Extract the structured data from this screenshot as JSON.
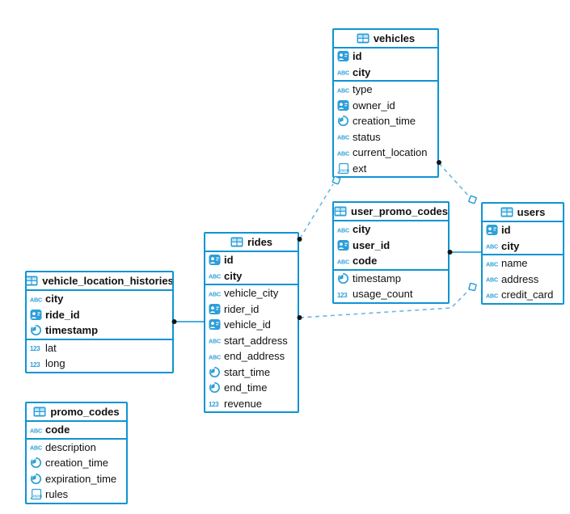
{
  "diagram": {
    "colors": {
      "table_border": "#0d94d4",
      "icon_blue": "#2b9fd9",
      "solid_line": "#0d94d4",
      "dashed_line": "#6cb6e4",
      "marker_dot": "#151515",
      "text": "#111111"
    },
    "icon_glyphs": {
      "text": "ABC",
      "number": "123",
      "json": "JSON"
    },
    "tables": [
      {
        "id": "vehicles",
        "name": "vehicles",
        "fields": [
          {
            "name": "id",
            "icon": "id-badge-icon",
            "pk": true
          },
          {
            "name": "city",
            "icon": "text-icon",
            "pk": true
          },
          {
            "name": "type",
            "icon": "text-icon",
            "pk": false
          },
          {
            "name": "owner_id",
            "icon": "id-badge-icon",
            "pk": false
          },
          {
            "name": "creation_time",
            "icon": "clock-icon",
            "pk": false
          },
          {
            "name": "status",
            "icon": "text-icon",
            "pk": false
          },
          {
            "name": "current_location",
            "icon": "text-icon",
            "pk": false
          },
          {
            "name": "ext",
            "icon": "json-icon",
            "pk": false
          }
        ]
      },
      {
        "id": "user_promo_codes",
        "name": "user_promo_codes",
        "fields": [
          {
            "name": "city",
            "icon": "text-icon",
            "pk": true
          },
          {
            "name": "user_id",
            "icon": "id-badge-icon",
            "pk": true
          },
          {
            "name": "code",
            "icon": "text-icon",
            "pk": true
          },
          {
            "name": "timestamp",
            "icon": "clock-icon",
            "pk": false
          },
          {
            "name": "usage_count",
            "icon": "number-icon",
            "pk": false
          }
        ]
      },
      {
        "id": "users",
        "name": "users",
        "fields": [
          {
            "name": "id",
            "icon": "id-badge-icon",
            "pk": true
          },
          {
            "name": "city",
            "icon": "text-icon",
            "pk": true
          },
          {
            "name": "name",
            "icon": "text-icon",
            "pk": false
          },
          {
            "name": "address",
            "icon": "text-icon",
            "pk": false
          },
          {
            "name": "credit_card",
            "icon": "text-icon",
            "pk": false
          }
        ]
      },
      {
        "id": "rides",
        "name": "rides",
        "fields": [
          {
            "name": "id",
            "icon": "id-badge-icon",
            "pk": true
          },
          {
            "name": "city",
            "icon": "text-icon",
            "pk": true
          },
          {
            "name": "vehicle_city",
            "icon": "text-icon",
            "pk": false
          },
          {
            "name": "rider_id",
            "icon": "id-badge-icon",
            "pk": false
          },
          {
            "name": "vehicle_id",
            "icon": "id-badge-icon",
            "pk": false
          },
          {
            "name": "start_address",
            "icon": "text-icon",
            "pk": false
          },
          {
            "name": "end_address",
            "icon": "text-icon",
            "pk": false
          },
          {
            "name": "start_time",
            "icon": "clock-icon",
            "pk": false
          },
          {
            "name": "end_time",
            "icon": "clock-icon",
            "pk": false
          },
          {
            "name": "revenue",
            "icon": "number-icon",
            "pk": false
          }
        ]
      },
      {
        "id": "vehicle_location_histories",
        "name": "vehicle_location_histories",
        "fields": [
          {
            "name": "city",
            "icon": "text-icon",
            "pk": true
          },
          {
            "name": "ride_id",
            "icon": "id-badge-icon",
            "pk": true
          },
          {
            "name": "timestamp",
            "icon": "clock-icon",
            "pk": true
          },
          {
            "name": "lat",
            "icon": "number-icon",
            "pk": false
          },
          {
            "name": "long",
            "icon": "number-icon",
            "pk": false
          }
        ]
      },
      {
        "id": "promo_codes",
        "name": "promo_codes",
        "fields": [
          {
            "name": "code",
            "icon": "text-icon",
            "pk": true
          },
          {
            "name": "description",
            "icon": "text-icon",
            "pk": false
          },
          {
            "name": "creation_time",
            "icon": "clock-icon",
            "pk": false
          },
          {
            "name": "expiration_time",
            "icon": "clock-icon",
            "pk": false
          },
          {
            "name": "rules",
            "icon": "json-icon",
            "pk": false
          }
        ]
      }
    ],
    "relations": [
      {
        "from": "vehicle_location_histories",
        "to": "rides",
        "style": "solid"
      },
      {
        "from": "user_promo_codes",
        "to": "users",
        "style": "solid"
      },
      {
        "from": "rides",
        "to": "vehicles",
        "style": "dashed"
      },
      {
        "from": "vehicles",
        "to": "users",
        "style": "dashed"
      },
      {
        "from": "rides",
        "to": "users",
        "style": "dashed"
      }
    ]
  }
}
